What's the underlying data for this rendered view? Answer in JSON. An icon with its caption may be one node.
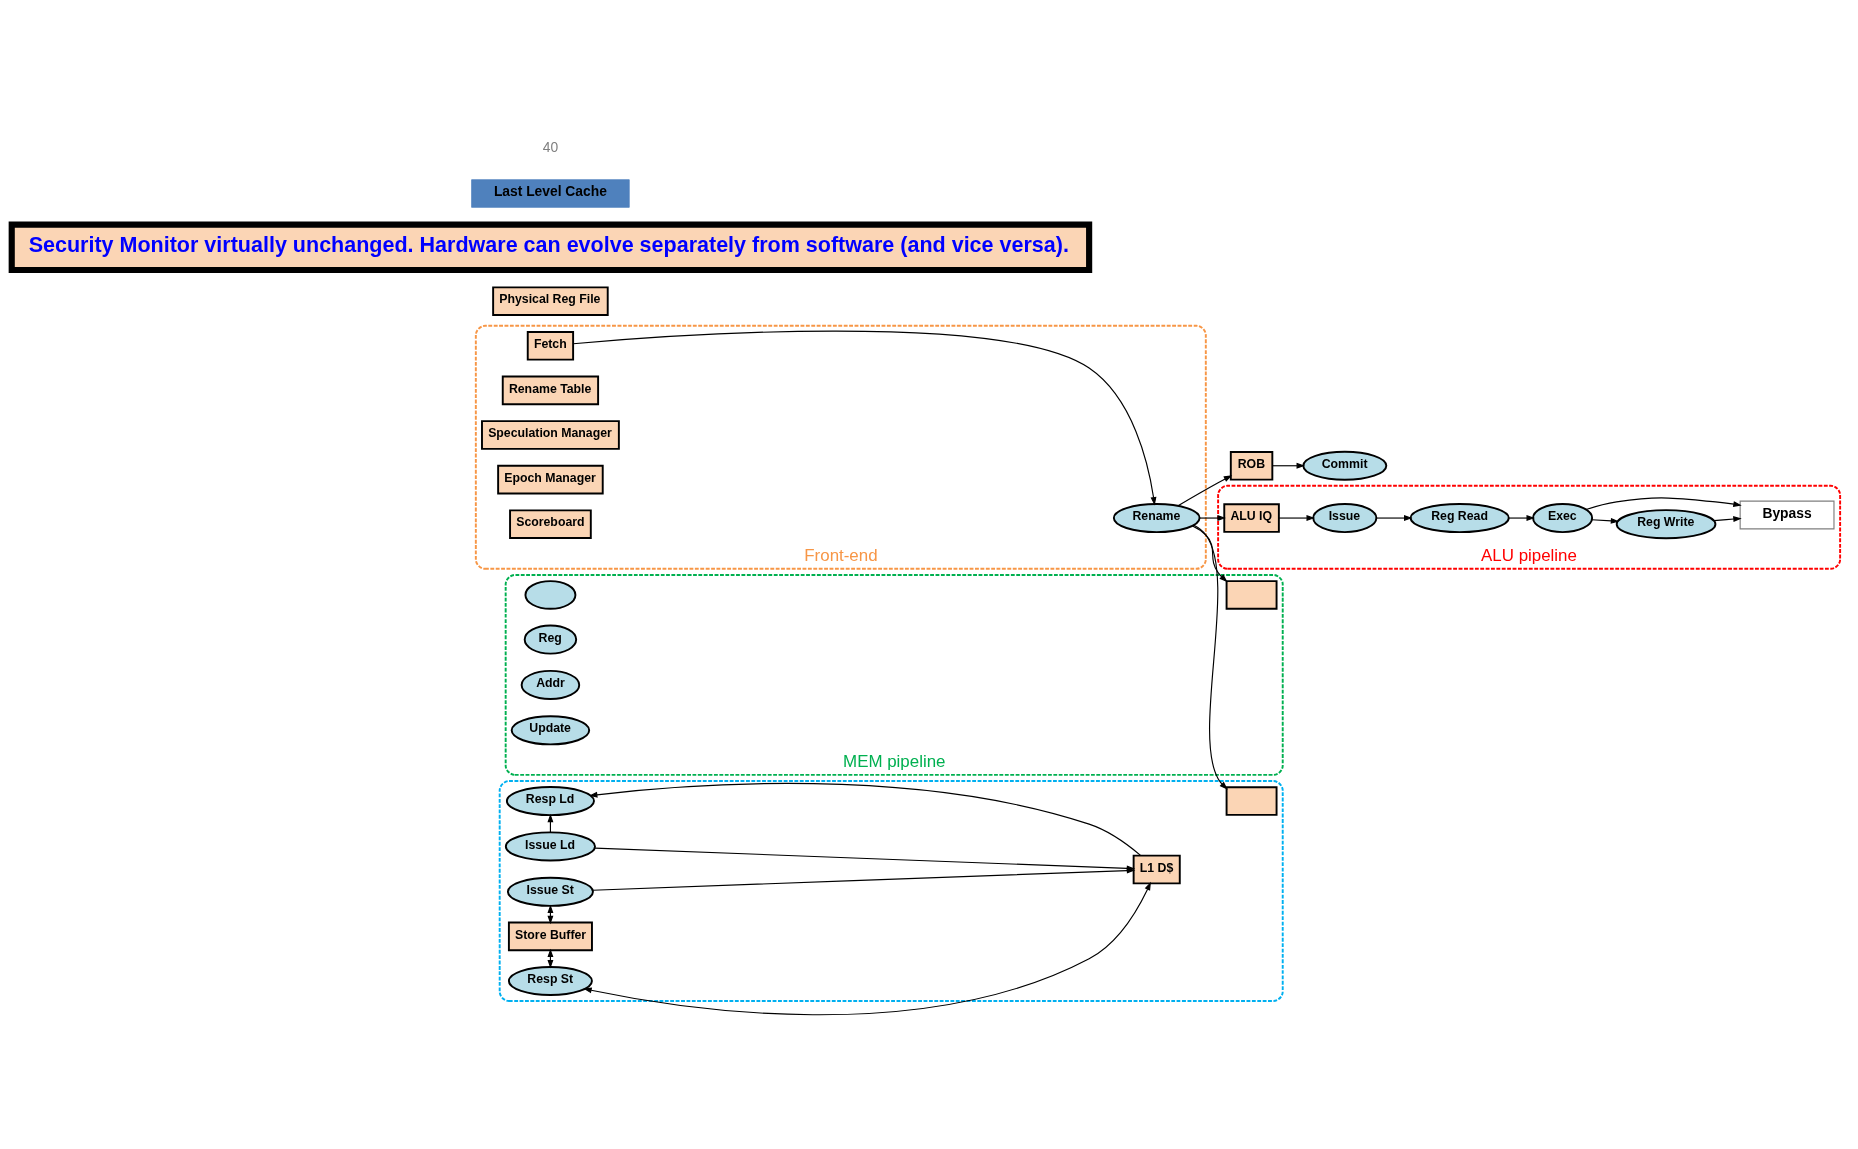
{
  "diagram": {
    "nodes": [
      {
        "text": [
          "Front-end"
        ]
      },
      {
        "text": [
          "Fetch"
        ],
        "in": 0
      },
      {
        "text": [
          "Rename"
        ],
        "in": 0
      },
      {
        "text": [
          "Rename Table"
        ],
        "in": 0
      },
      {
        "text": [
          "Speculation Manager"
        ],
        "in": 0
      },
      {
        "text": [
          "Epoch Manager"
        ],
        "in": 0
      },
      {
        "text": [
          "Scoreboard"
        ],
        "in": 0
      },
      {
        "text": [
          "ROB"
        ]
      },
      {
        "text": [
          "Commit"
        ]
      },
      {
        "text": [
          "ALU pipeline"
        ]
      },
      {
        "text": [
          "ALU IQ"
        ],
        "in": 9
      },
      {
        "text": [
          "Issue"
        ],
        "in": 9
      },
      {
        "text": [
          "Reg Read"
        ],
        "in": 9
      },
      {
        "text": [
          "Exec"
        ],
        "in": 9
      },
      {
        "text": [
          "Reg Write"
        ],
        "in": 9
      },
      {
        "text": [
          "Bypass"
        ],
        "in": 9
      },
      {
        "text": [
          "Physical Reg File"
        ]
      },
      {
        "text": [
          "MEM pipeline"
        ]
      },
      {
        "text": [],
        "shape": "box",
        "in": 17
      },
      {
        "text": [],
        "shape": "cloud",
        "in": 17
      },
      {
        "text": [
          "Reg"
        ],
        "in": 17
      },
      {
        "text": [
          "Addr"
        ],
        "in": 17
      },
      {
        "text": [
          "Update"
        ],
        "in": 17
      },
      {
        "text": [],
        "shape": "box"
      },
      {
        "text": [],
        "shape": "box",
        "in": 23
      },
      {
        "text": [
          "Resp Ld"
        ],
        "in": 23
      },
      {
        "text": [
          "Issue Ld"
        ],
        "in": 23
      },
      {
        "text": [
          "Resp St"
        ],
        "in": 23
      },
      {
        "text": [
          "Store Buffer"
        ],
        "in": 23
      },
      {
        "text": [
          "Issue St"
        ],
        "in": 23
      },
      {
        "text": [
          "L1 D$"
        ],
        "in": 23
      },
      {
        "text": [
          "Security Monitor virtually unchanged. Hardware can evolve separately from software (and vice versa)."
        ]
      },
      {
        "text": [
          "Last Level Cache"
        ]
      }
    ],
    "edges": [
      {
        "from": 1,
        "to": 2,
        "arrow": "to"
      },
      {
        "from": 2,
        "to": 7,
        "arrow": "to"
      },
      {
        "from": 2,
        "to": 10,
        "arrow": "to"
      },
      {
        "from": 2,
        "to": 18,
        "arrow": "to"
      },
      {
        "from": 2,
        "to": 24,
        "arrow": "to"
      },
      {
        "from": 7,
        "to": 8,
        "arrow": "to"
      },
      {
        "from": 10,
        "to": 11,
        "arrow": "to"
      },
      {
        "from": 11,
        "to": 12,
        "arrow": "to"
      },
      {
        "from": 12,
        "to": 13,
        "arrow": "to"
      },
      {
        "from": 13,
        "to": 14,
        "arrow": "to"
      },
      {
        "from": 14,
        "to": 15,
        "arrow": "to"
      },
      {
        "from": 13,
        "to": 15,
        "arrow": "to"
      },
      {
        "from": 26,
        "to": 25,
        "arrow": "to"
      },
      {
        "from": 27,
        "to": 28,
        "arrow": "both"
      },
      {
        "from": 28,
        "to": 29,
        "arrow": "both"
      },
      {
        "from": 30,
        "to": 25,
        "arrow": "to"
      },
      {
        "from": 26,
        "to": 30,
        "arrow": "to"
      },
      {
        "from": 27,
        "to": 30,
        "arrow": "both"
      },
      {
        "from": 29,
        "to": 30,
        "arrow": "to"
      }
    ],
    "labels": [
      "40"
    ]
  }
}
